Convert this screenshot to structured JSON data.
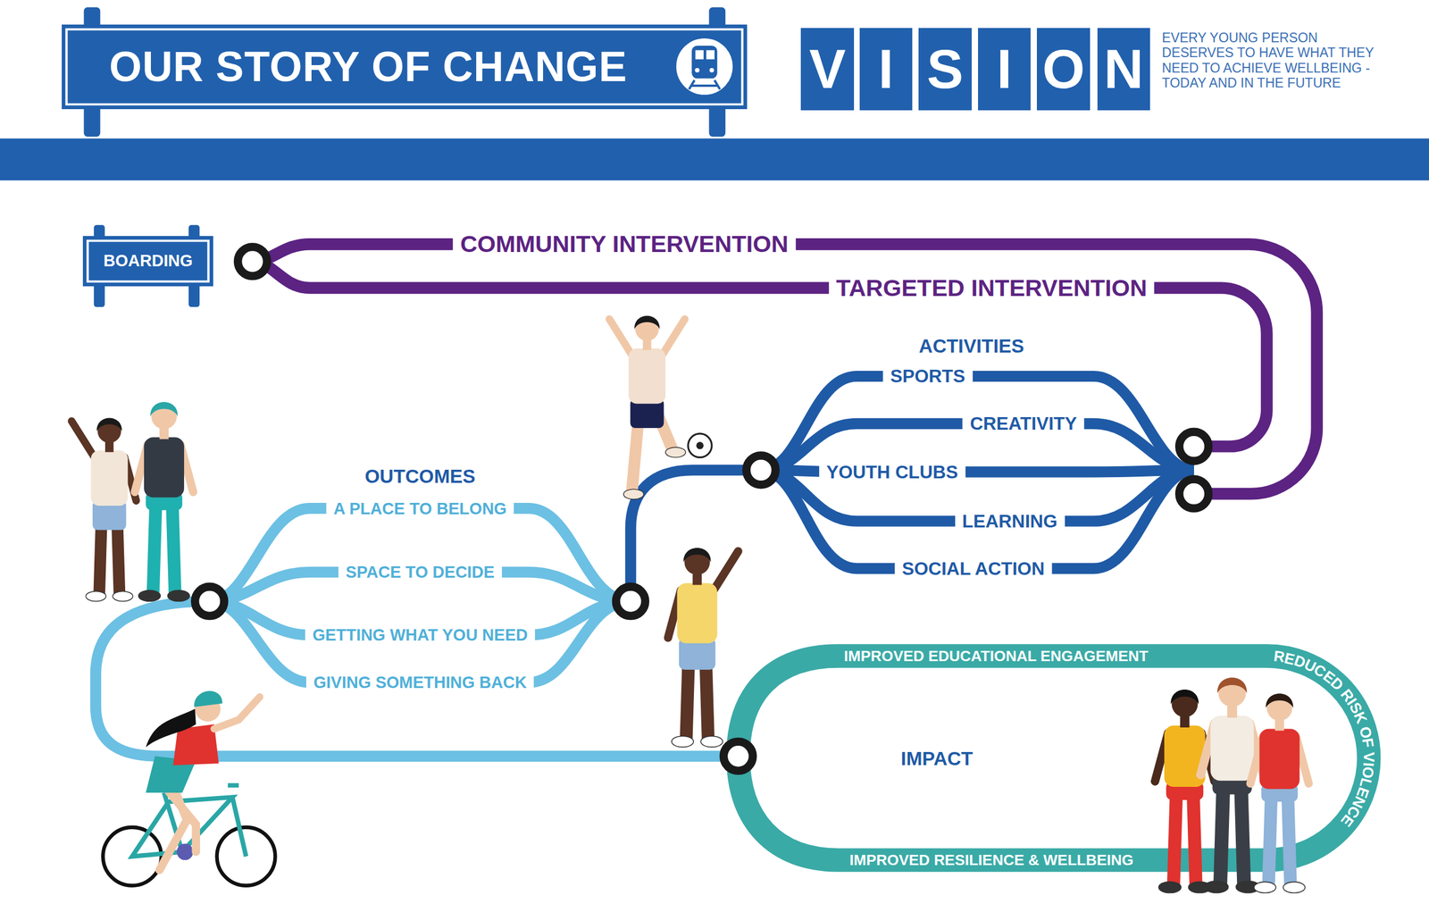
{
  "diagram": {
    "nodes": [
      {
        "text": [
          "OUR STORY OF CHANGE"
        ]
      },
      {
        "text": [
          "V"
        ]
      },
      {
        "text": [
          "I"
        ]
      },
      {
        "text": [
          "S"
        ]
      },
      {
        "text": [
          "I"
        ]
      },
      {
        "text": [
          "O"
        ]
      },
      {
        "text": [
          "N"
        ]
      },
      {
        "text": [
          "BOARDING"
        ]
      }
    ],
    "labels": [
      "EVERY YOUNG PERSON DESERVES TO HAVE WHAT THEY NEED TO ACHIEVE WELLBEING - TODAY AND IN THE FUTURE",
      "COMMUNITY INTERVENTION",
      "TARGETED INTERVENTION",
      "ACTIVITIES",
      "SPORTS",
      "CREATIVITY",
      "YOUTH CLUBS",
      "LEARNING",
      "SOCIAL ACTION",
      "OUTCOMES",
      "A PLACE TO BELONG",
      "SPACE TO DECIDE",
      "GETTING WHAT YOU NEED",
      "GIVING SOMETHING BACK",
      "IMPACT",
      "IMPROVED EDUCATIONAL ENGAGEMENT",
      "REDUCED RISK OF VIOLENCE",
      "IMPROVED RESILIENCE & WELLBEING"
    ]
  }
}
